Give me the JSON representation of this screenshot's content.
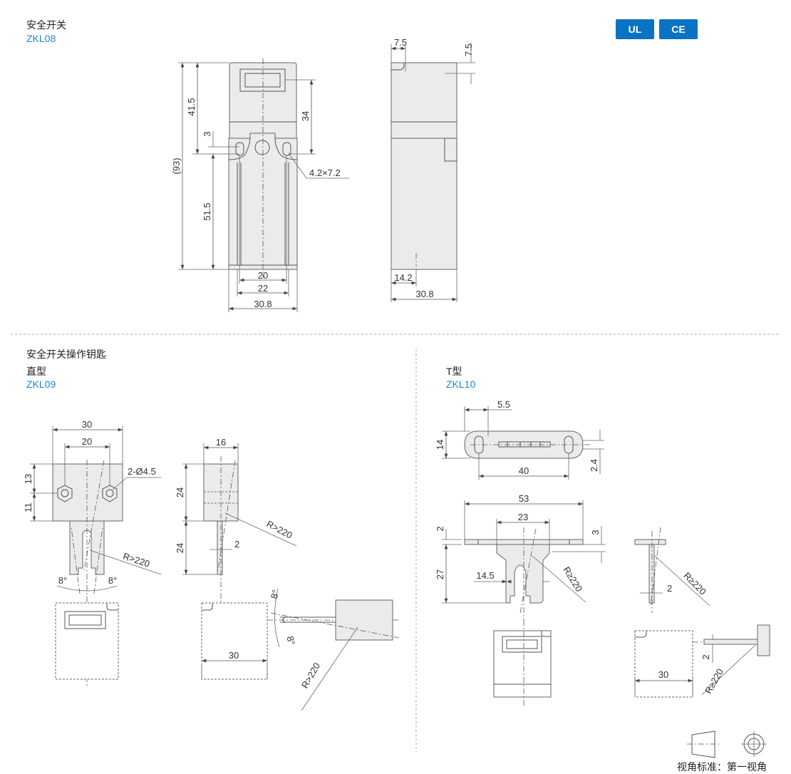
{
  "switch": {
    "title": "安全开关",
    "model": "ZKL08"
  },
  "certs": [
    "UL",
    "CE"
  ],
  "switch_front_dims": {
    "overall": "(93)",
    "upper": "41.5",
    "slot_offset": "3",
    "lower": "51.5",
    "window": "34",
    "slot": "4.2×7.2",
    "inner": "20",
    "outer": "22",
    "width": "30.8"
  },
  "switch_side_dims": {
    "top_h": "7.5",
    "top_v": "7.5",
    "offset": "14.2",
    "width": "30.8"
  },
  "keys": {
    "title": "安全开关操作钥匙"
  },
  "straight": {
    "type": "直型",
    "model": "ZKL09",
    "dims": {
      "width": "30",
      "hole_spacing": "20",
      "upper": "13",
      "lower": "11",
      "holes": "2-Ø4.5",
      "radius": "R>220",
      "angle_left": "8°",
      "angle_right": "8°",
      "side_width": "16",
      "side_upper": "24",
      "side_lower": "24",
      "blade": "2",
      "side_radius": "R>220",
      "body_width": "30",
      "angle_top": "8°",
      "angle_bottom": "8°",
      "key_radius": "R>220"
    }
  },
  "t_type": {
    "type": "T型",
    "model": "ZKL10",
    "dims": {
      "edge": "5.5",
      "height": "14",
      "spacing": "40",
      "thickness": "2.4",
      "length": "53",
      "block": "23",
      "plate": "2",
      "stem": "27",
      "step": "3",
      "slot": "14.5",
      "radius": "R≥220",
      "side_blade": "2",
      "side_radius": "R≥220",
      "body_width": "30",
      "key_blade": "2",
      "key_radius": "R≥220"
    }
  },
  "legend": {
    "text": "视角标准：第一视角"
  }
}
